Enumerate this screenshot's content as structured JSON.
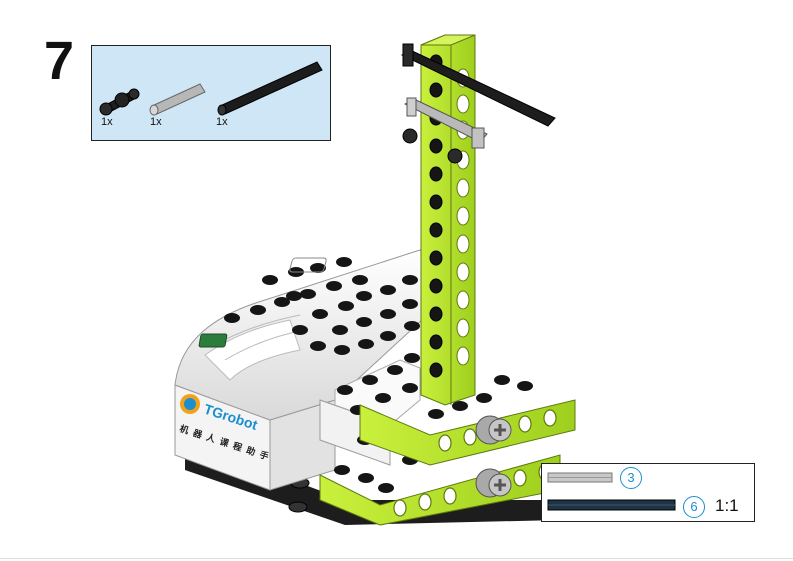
{
  "step": {
    "number": "7"
  },
  "parts": [
    {
      "name": "connector-peg",
      "qty": "1x"
    },
    {
      "name": "axle-grey",
      "qty": "1x"
    },
    {
      "name": "axle-black-long",
      "qty": "1x"
    }
  ],
  "reference": {
    "axle_lengths": [
      "3",
      "6"
    ],
    "scale": "1:1"
  },
  "logo": {
    "brand": "TGrobot",
    "subtitle": "机器人课程助手"
  },
  "colors": {
    "lime": "#b8e62b",
    "parts_bg": "#cfe6f7",
    "accent_blue": "#1a8fd0"
  }
}
